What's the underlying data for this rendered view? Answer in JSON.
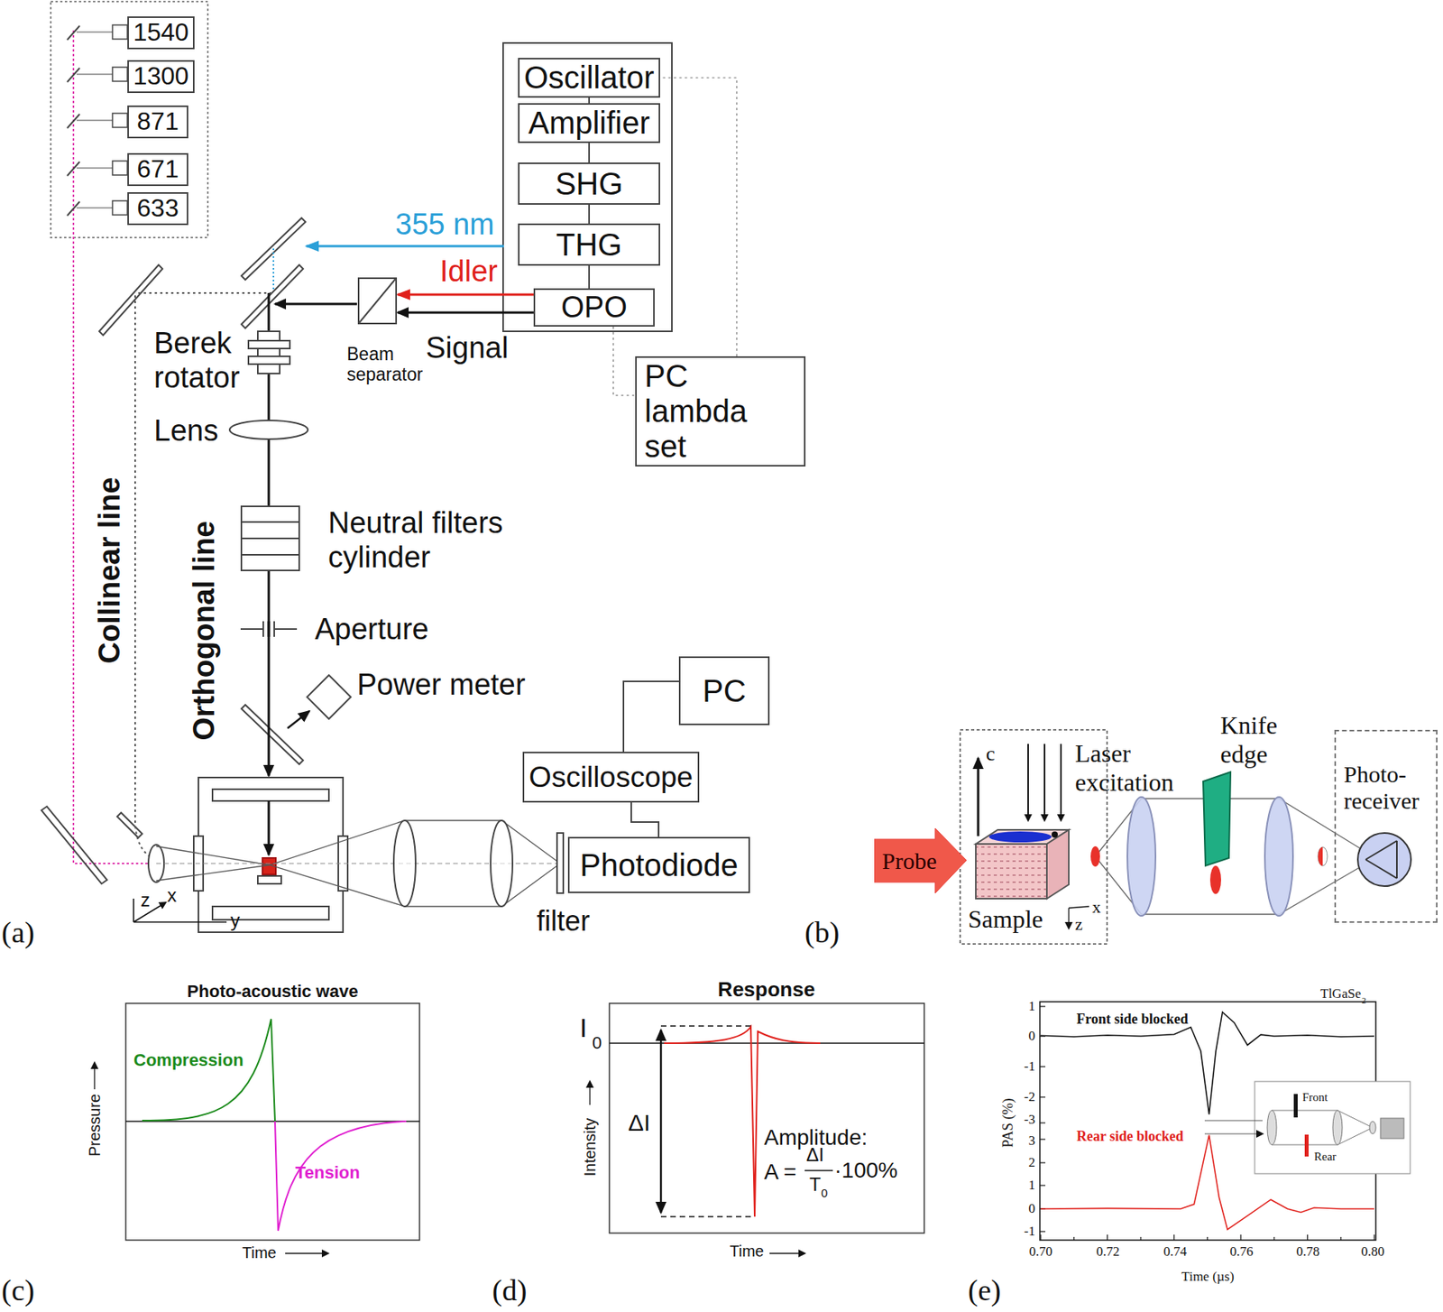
{
  "diagram": {
    "nodes": [
      {
        "text": [
          "Oscillator"
        ]
      },
      {
        "text": [
          "Amplifier"
        ]
      },
      {
        "text": [
          "SHG"
        ]
      },
      {
        "text": [
          "THG"
        ]
      },
      {
        "text": [
          "OPO"
        ]
      },
      {
        "text": [
          "PC lambda set"
        ]
      },
      {
        "text": [
          "1540"
        ]
      },
      {
        "text": [
          "1300"
        ]
      },
      {
        "text": [
          "871"
        ]
      },
      {
        "text": [
          "671"
        ]
      },
      {
        "text": [
          "633"
        ]
      },
      {
        "text": [
          "PC"
        ]
      },
      {
        "text": [
          "Oscilloscope"
        ]
      },
      {
        "text": [
          "Photodiode"
        ]
      },
      {
        "text": [
          "Probe"
        ]
      },
      {
        "text": [
          "Photo-receiver"
        ]
      }
    ],
    "edges": [
      {
        "from": 0,
        "to": 1,
        "arrow": "none"
      },
      {
        "from": 1,
        "to": 2,
        "arrow": "none"
      },
      {
        "from": 2,
        "to": 3,
        "arrow": "none"
      },
      {
        "from": 3,
        "to": 4,
        "arrow": "none"
      },
      {
        "from": 5,
        "to": 0,
        "arrow": "none"
      },
      {
        "from": 4,
        "to": 5,
        "arrow": "none"
      },
      {
        "from": 11,
        "to": 12,
        "arrow": "none"
      },
      {
        "from": 12,
        "to": 13,
        "arrow": "none"
      }
    ],
    "labels": [
      "355 nm",
      "Idler",
      "Signal",
      "Beam separator",
      "Berek rotator",
      "Lens",
      "Neutral filters cylinder",
      "Aperture",
      "Power meter",
      "Collinear line",
      "Orthogonal line",
      "filter",
      "z",
      "x",
      "y",
      "(a)",
      "Laser excitation",
      "Knife edge",
      "Sample",
      "c",
      "x",
      "z",
      "(b)",
      "Photo-acoustic wave",
      "Compression",
      "Tension",
      "Pressure",
      "Time",
      "(c)",
      "Response",
      "I",
      "0",
      "ΔI",
      "Intensity",
      "Amplitude:",
      "A =",
      "ΔI",
      "T",
      "0",
      "·100%",
      "Time",
      "(d)",
      "TlGaSe",
      "2",
      "Front side blocked",
      "Rear side blocked",
      "PAS (%)",
      "Time (µs)",
      "1",
      "0",
      "-1",
      "-2",
      "-3",
      "3",
      "2",
      "1",
      "0",
      "-1",
      "0.70",
      "0.72",
      "0.74",
      "0.76",
      "0.78",
      "0.80",
      "Front",
      "Rear",
      "(e)"
    ]
  }
}
